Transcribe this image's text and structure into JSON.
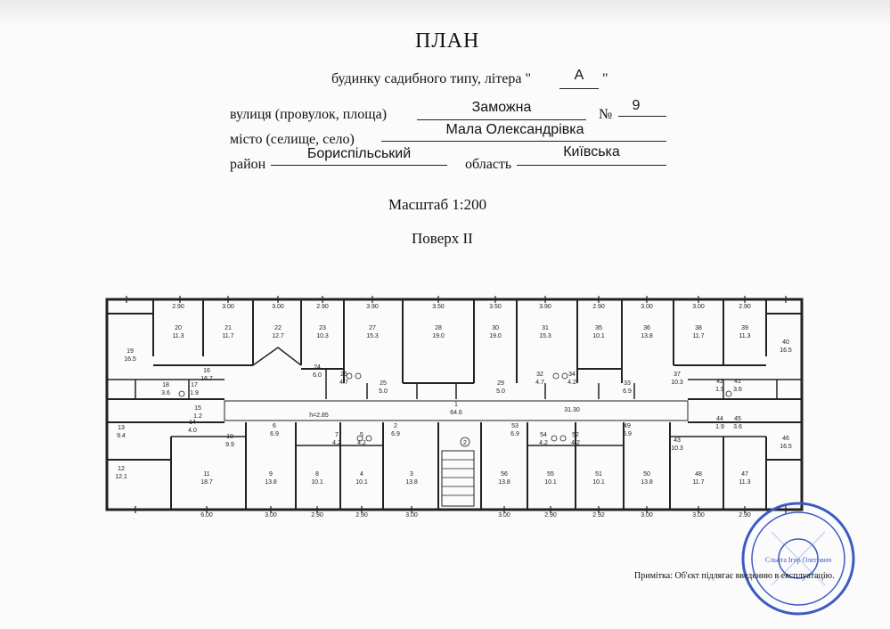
{
  "header": {
    "title": "ПЛАН",
    "subtitle_prefix": "будинку садибного типу, літера \"",
    "subtitle_letter": "А",
    "subtitle_suffix": "\""
  },
  "address": {
    "street_label": "вулиця (провулок, площа)",
    "street_value": "Заможна",
    "number_label": "№",
    "number_value": "9",
    "city_label": "місто (селище, село)",
    "city_value": "Мала Олександрівка",
    "district_label": "район",
    "district_value": "Бориспільський",
    "region_label": "область",
    "region_value": "Київська"
  },
  "scale": "Масштаб 1:200",
  "floor": "Поверх II",
  "note": "Примітка: Об'єкт підлягає введенню в експлуатацію.",
  "plan": {
    "rooms_top": [
      {
        "num": "20",
        "area": "11.3",
        "dim": "2.90"
      },
      {
        "num": "21",
        "area": "11.7",
        "dim": "3.00"
      },
      {
        "num": "22",
        "area": "12.7",
        "dim": "3.00"
      },
      {
        "num": "23",
        "area": "10.3",
        "dim": "2.90"
      },
      {
        "num": "27",
        "area": "15.3",
        "dim": "3.90"
      },
      {
        "num": "28",
        "area": "19.0",
        "dim": "3.50"
      },
      {
        "num": "30",
        "area": "19.0",
        "dim": "3.50"
      },
      {
        "num": "31",
        "area": "15.3",
        "dim": "3.90"
      },
      {
        "num": "35",
        "area": "10.1",
        "dim": "2.90"
      },
      {
        "num": "36",
        "area": "13.8",
        "dim": "3.00"
      },
      {
        "num": "38",
        "area": "11.7",
        "dim": "3.00"
      },
      {
        "num": "39",
        "area": "11.3",
        "dim": "2.90"
      }
    ],
    "rooms_bottom": [
      {
        "num": "11",
        "area": "18.7",
        "dim": "6.00"
      },
      {
        "num": "9",
        "area": "13.8",
        "dim": "3.00"
      },
      {
        "num": "8",
        "area": "10.1",
        "dim": "2.90"
      },
      {
        "num": "4",
        "area": "10.1",
        "dim": "2.90"
      },
      {
        "num": "3",
        "area": "13.8",
        "dim": "3.00"
      },
      {
        "num": "56",
        "area": "13.8",
        "dim": "3.00"
      },
      {
        "num": "55",
        "area": "10.1",
        "dim": "2.90"
      },
      {
        "num": "51",
        "area": "10.1",
        "dim": "2.92"
      },
      {
        "num": "50",
        "area": "13.8",
        "dim": "3.00"
      },
      {
        "num": "48",
        "area": "11.7",
        "dim": "3.00"
      },
      {
        "num": "47",
        "area": "11.3",
        "dim": "2.90"
      }
    ],
    "rooms_mid": [
      {
        "num": "19",
        "area": "16.5"
      },
      {
        "num": "16",
        "area": "16.7"
      },
      {
        "num": "18",
        "area": "3.6"
      },
      {
        "num": "17",
        "area": "1.9"
      },
      {
        "num": "15",
        "area": "1.2"
      },
      {
        "num": "14",
        "area": "4.0"
      },
      {
        "num": "13",
        "area": "9.4"
      },
      {
        "num": "12",
        "area": "12.1"
      },
      {
        "num": "10",
        "area": "9.9"
      },
      {
        "num": "24",
        "area": "6.0"
      },
      {
        "num": "26",
        "area": "4.7"
      },
      {
        "num": "25",
        "area": "5.0"
      },
      {
        "num": "29",
        "area": "5.0"
      },
      {
        "num": "32",
        "area": "4.7"
      },
      {
        "num": "34",
        "area": "4.2"
      },
      {
        "num": "33",
        "area": "6.9"
      },
      {
        "num": "37",
        "area": "10.3"
      },
      {
        "num": "40",
        "area": "16.5"
      },
      {
        "num": "41",
        "area": "3.6"
      },
      {
        "num": "42",
        "area": "1.9"
      },
      {
        "num": "44",
        "area": "1.9"
      },
      {
        "num": "45",
        "area": "3.6"
      },
      {
        "num": "46",
        "area": "16.5"
      },
      {
        "num": "43",
        "area": "10.3"
      },
      {
        "num": "49",
        "area": "6.9"
      },
      {
        "num": "52",
        "area": "4.2"
      },
      {
        "num": "54",
        "area": "4.2"
      },
      {
        "num": "53",
        "area": "6.9"
      },
      {
        "num": "2",
        "area": "6.9"
      },
      {
        "num": "5",
        "area": "4.2"
      },
      {
        "num": "7",
        "area": "4.2"
      },
      {
        "num": "6",
        "area": "6.9"
      },
      {
        "num": "1",
        "area": "64.6"
      }
    ],
    "corridor_height": "h=2.85",
    "corridor_dim": "31.30",
    "stair_mark": "2"
  },
  "stamp": {
    "text": "Сльота Ігор Олегович"
  }
}
